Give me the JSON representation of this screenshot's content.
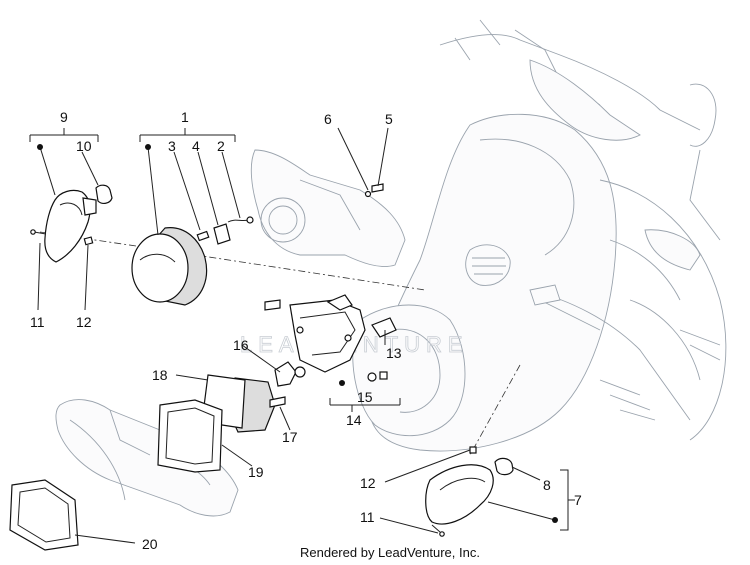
{
  "callouts": [
    {
      "id": "c1",
      "text": "1"
    },
    {
      "id": "c2",
      "text": "2"
    },
    {
      "id": "c3",
      "text": "3"
    },
    {
      "id": "c4",
      "text": "4"
    },
    {
      "id": "c5",
      "text": "5"
    },
    {
      "id": "c6",
      "text": "6"
    },
    {
      "id": "c7",
      "text": "7"
    },
    {
      "id": "c8",
      "text": "8"
    },
    {
      "id": "c9",
      "text": "9"
    },
    {
      "id": "c10",
      "text": "10"
    },
    {
      "id": "c11a",
      "text": "11"
    },
    {
      "id": "c11b",
      "text": "11"
    },
    {
      "id": "c12a",
      "text": "12"
    },
    {
      "id": "c12b",
      "text": "12"
    },
    {
      "id": "c13",
      "text": "13"
    },
    {
      "id": "c14",
      "text": "14"
    },
    {
      "id": "c15",
      "text": "15"
    },
    {
      "id": "c16",
      "text": "16"
    },
    {
      "id": "c17",
      "text": "17"
    },
    {
      "id": "c18",
      "text": "18"
    },
    {
      "id": "c19",
      "text": "19"
    },
    {
      "id": "c20",
      "text": "20"
    }
  ],
  "watermark": "LEADVENTURE",
  "footer": "Rendered by LeadVenture, Inc."
}
